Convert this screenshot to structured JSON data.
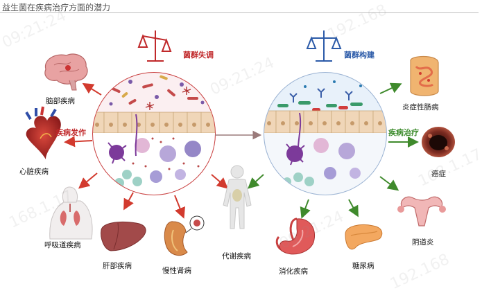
{
  "title": "益生菌在疾病治疗方面的潜力",
  "left_circle": {
    "heading": "菌群失调",
    "side_label": "疾病发作"
  },
  "right_circle": {
    "heading": "菌群构建",
    "side_label": "疾病治疗"
  },
  "left_diseases": {
    "brain": "脑部疾病",
    "heart": "心脏疾病",
    "lung": "呼吸道疾病",
    "liver": "肝部疾病",
    "kidney": "慢性肾病"
  },
  "center_disease": "代谢疾病",
  "right_diseases": {
    "intestine": "炎症性肠病",
    "cancer": "癌症",
    "vagina": "阴道炎",
    "digestive": "消化疾病",
    "pancreas": "糖尿病"
  },
  "watermarks": [
    "09:21:24",
    "192.168",
    "09:21:24",
    "168.1.17",
    "09:21:24",
    "168.1.17",
    "192.168"
  ],
  "colors": {
    "red_accent": "#c0282a",
    "blue_accent": "#2b5aa8",
    "green_accent": "#3a8a2a",
    "left_border": "#c94040",
    "right_border": "#9bb3d3"
  }
}
